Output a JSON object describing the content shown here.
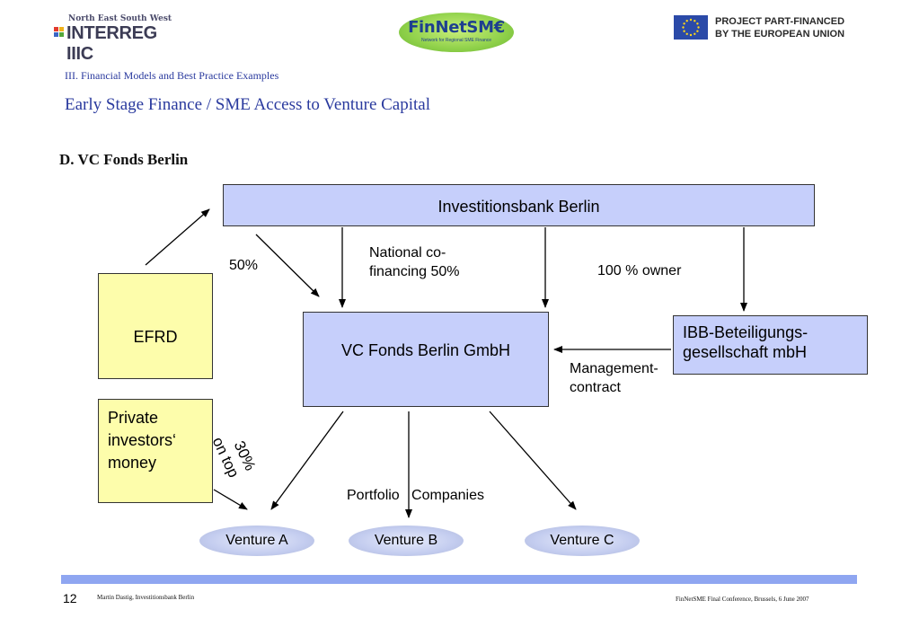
{
  "header": {
    "interreg_small": "North East South West",
    "interreg_big": "INTERREG IIIC",
    "finnet_name": "FinNetSM€",
    "finnet_tag": "Network for Regional SME Finance",
    "eu_line1": "PROJECT PART-FINANCED",
    "eu_line2": "BY THE EUROPEAN UNION"
  },
  "subtitle": "III. Financial Models and Best Practice Examples",
  "title": "Early Stage Finance / SME Access to Venture Capital",
  "section": "D. VC Fonds Berlin",
  "diagram": {
    "ibb": "Investitionsbank Berlin",
    "vc_fonds": "VC Fonds Berlin GmbH",
    "ibb_bet_line1": "IBB-Beteiligungs-",
    "ibb_bet_line2": "gesellschaft mbH",
    "efrd": "EFRD",
    "private_line1": "Private",
    "private_line2": "investors‘",
    "private_line3": "money",
    "label_50": "50%",
    "label_national_line1": "National co-",
    "label_national_line2": "financing 50%",
    "label_owner": "100 % owner",
    "label_mgmt_line1": "Management-",
    "label_mgmt_line2": "contract",
    "label_portfolio": "Portfolio   Companies",
    "label_30_line1": "30%",
    "label_30_line2": "on top",
    "venture_a": "Venture A",
    "venture_b": "Venture B",
    "venture_c": "Venture C"
  },
  "footer": {
    "page_number": "12",
    "left": "Martin Dastig, Investitionsbank Berlin",
    "right": "FinNetSME Final Conference, Brussels, 6 June 2007"
  },
  "colors": {
    "title_blue": "#2a3a9e",
    "box_blue": "#c6cffb",
    "box_yellow": "#fdfdab",
    "footer_bar": "#8fa6f1"
  }
}
